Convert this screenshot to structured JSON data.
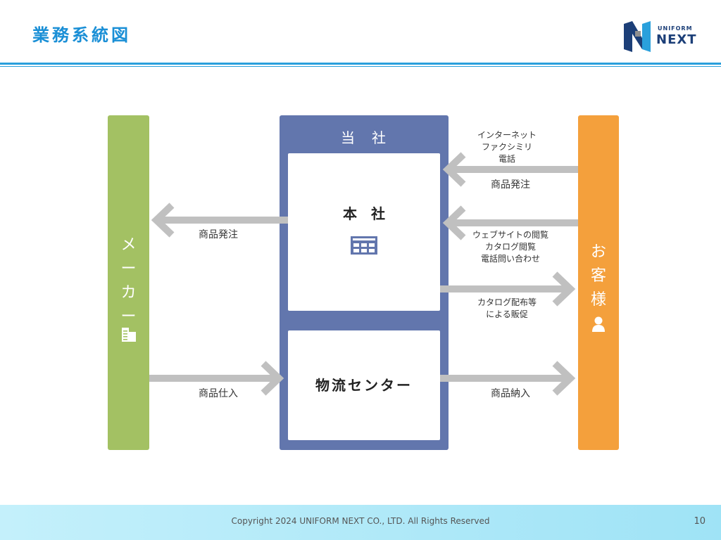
{
  "header": {
    "title": "業務系統図",
    "logo": {
      "top": "UNIFORM",
      "main": "NEXT"
    }
  },
  "diagram": {
    "maker": {
      "label": [
        "メ",
        "ー",
        "カ",
        "ー"
      ],
      "icon": "factory-icon"
    },
    "company": {
      "title": "当　社",
      "headquarters": {
        "label": "本　社",
        "icon": "office-building-icon"
      },
      "distribution_center": {
        "label": "物流センター"
      }
    },
    "customer": {
      "label": [
        "お",
        "客",
        "様"
      ],
      "icon": "person-icon"
    },
    "flows": {
      "order_to_maker": "商品発注",
      "purchase_from_maker": "商品仕入",
      "customer_order_channels": [
        "インターネット",
        "ファクシミリ",
        "電話"
      ],
      "customer_order": "商品発注",
      "customer_browse": [
        "ウェブサイトの閲覧",
        "カタログ閲覧",
        "電話問い合わせ"
      ],
      "promotion": [
        "カタログ配布等",
        "による販促"
      ],
      "delivery": "商品納入"
    }
  },
  "footer": {
    "copyright": "Copyright 2024 UNIFORM NEXT CO., LTD. All Rights Reserved",
    "page_number": "10"
  },
  "colors": {
    "title": "#1a8fd6",
    "maker": "#a3c163",
    "company": "#6276ad",
    "customer": "#f4a03c",
    "arrow": "#c0c0c0"
  }
}
